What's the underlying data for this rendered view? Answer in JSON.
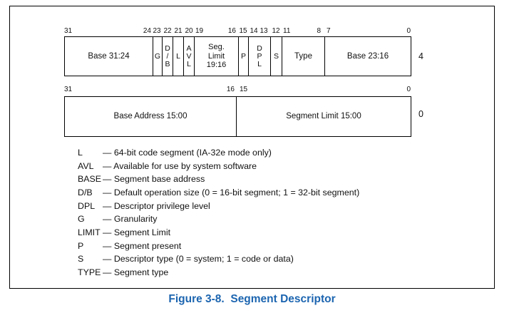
{
  "figure": {
    "caption": "Figure 3-8.  Segment Descriptor",
    "caption_color": "#1c65b0",
    "line_color": "#000000"
  },
  "row_high": {
    "bits": [
      "31",
      "24",
      "23",
      "22",
      "21",
      "20",
      "19",
      "16",
      "15",
      "14",
      "13",
      "12",
      "11",
      "8",
      "7",
      "0"
    ],
    "fields": [
      {
        "name": "base-31-24",
        "label": "Base 31:24"
      },
      {
        "name": "g",
        "label": "G"
      },
      {
        "name": "d-b",
        "label": "D\n/\nB"
      },
      {
        "name": "l",
        "label": "L"
      },
      {
        "name": "avl",
        "label": "A\nV\nL"
      },
      {
        "name": "seg-limit",
        "label": "Seg.\nLimit\n19:16"
      },
      {
        "name": "p",
        "label": "P"
      },
      {
        "name": "dpl",
        "label": "D\nP\nL"
      },
      {
        "name": "s",
        "label": "S"
      },
      {
        "name": "type",
        "label": "Type"
      },
      {
        "name": "base-23-16",
        "label": "Base 23:16"
      }
    ],
    "byte_offset": "4"
  },
  "row_low": {
    "bits": [
      "31",
      "16",
      "15",
      "0"
    ],
    "fields": [
      {
        "name": "base-address-15-00",
        "label": "Base Address 15:00"
      },
      {
        "name": "segment-limit-15-00",
        "label": "Segment Limit 15:00"
      }
    ],
    "byte_offset": "0"
  },
  "legend": {
    "rows": [
      {
        "abbr": "L",
        "desc": "— 64-bit code segment (IA-32e mode only)"
      },
      {
        "abbr": "AVL",
        "desc": "— Available for use by system software"
      },
      {
        "abbr": "BASE",
        "desc": "— Segment base address"
      },
      {
        "abbr": "D/B",
        "desc": "— Default operation size (0 = 16-bit segment; 1 = 32-bit segment)"
      },
      {
        "abbr": "DPL",
        "desc": "— Descriptor privilege level"
      },
      {
        "abbr": "G",
        "desc": "— Granularity"
      },
      {
        "abbr": "LIMIT",
        "desc": "— Segment Limit"
      },
      {
        "abbr": "P",
        "desc": "— Segment present"
      },
      {
        "abbr": "S",
        "desc": "— Descriptor type (0 = system; 1 = code or data)"
      },
      {
        "abbr": "TYPE",
        "desc": "— Segment type"
      }
    ]
  }
}
